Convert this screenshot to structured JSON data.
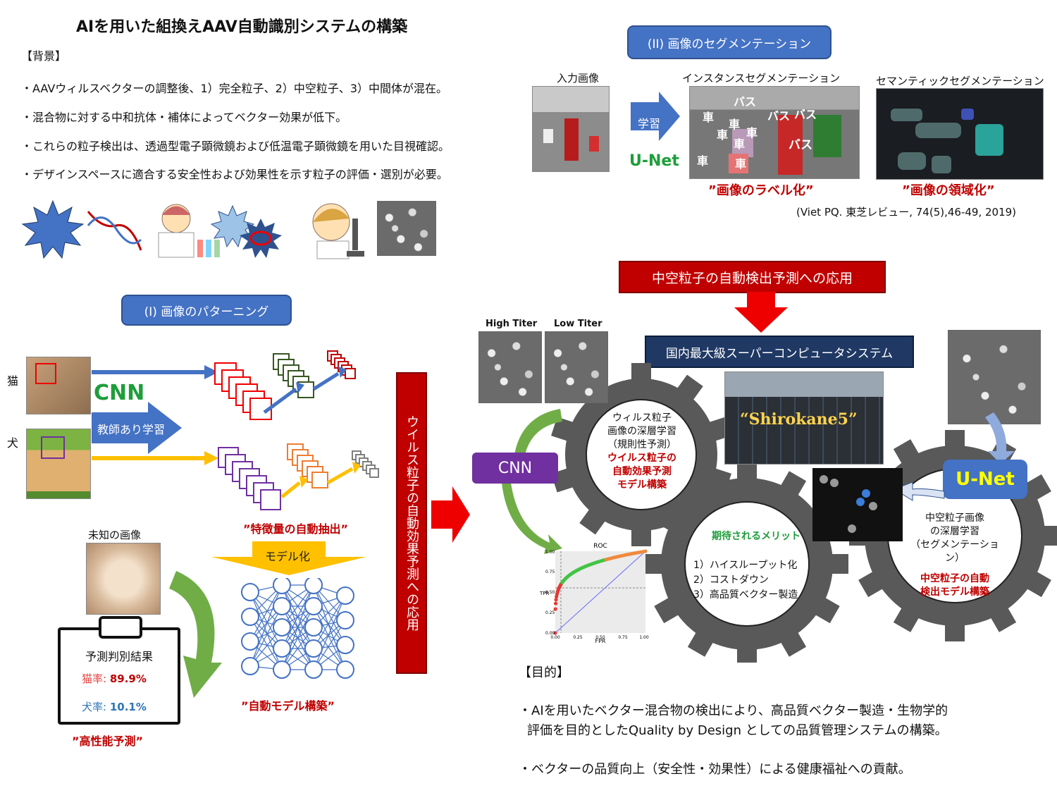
{
  "title": "AIを用いた組換えAAV自動識別システムの構築",
  "background": {
    "heading": "【背景】",
    "items": [
      "・AAVウィルスベクターの調整後、1）完全粒子、2）中空粒子、3）中間体が混在。",
      "・混合物に対する中和抗体・補体によってベクター効果が低下。",
      "・これらの粒子検出は、透過型電子顕微鏡および低温電子顕微鏡を用いた目視確認。",
      "・デザインスペースに適合する安全性および効果性を示す粒子の評価・選別が必要。"
    ]
  },
  "segmentation": {
    "heading": "(II) 画像のセグメンテーション",
    "input_label": "入力画像",
    "instance_label": "インスタンスセグメンテーション",
    "semantic_label": "セマンティックセグメンテーション",
    "learn": "学習",
    "unet": "U-Net",
    "car": "車",
    "bus": "バス",
    "caption_label": "”画像のラベル化”",
    "caption_region": "”画像の領域化”",
    "citation": "(Viet PQ. 東芝レビュー, 74(5),46-49, 2019)"
  },
  "patterning": {
    "heading": "(I) 画像のパターニング",
    "cat": "猫",
    "dog": "犬",
    "cnn": "CNN",
    "supervised": "教師あり学習",
    "feature_caption": "”特徴量の自動抽出”",
    "modeling": "モデル化",
    "unknown": "未知の画像",
    "result_title": "予測判別結果",
    "cat_rate_label": "猫率: ",
    "cat_rate": "89.9%",
    "dog_rate_label": "犬率: ",
    "dog_rate": "10.1%",
    "high_perf": "”高性能予測”",
    "auto_model": "”自動モデル構築”"
  },
  "middle_bar": "ウイルス粒子の自動効果予測への応用",
  "application": {
    "heading": "中空粒子の自動検出予測への応用",
    "super": "国内最大級スーパーコンピュータシステム",
    "shirokane": "“Shirokane5”",
    "high_titer": "High Titer",
    "low_titer": "Low Titer",
    "cnn": "CNN",
    "unet": "U-Net",
    "roc": {
      "title": "ROC",
      "xlabel": "FPR",
      "ylabel": "TPR",
      "ticks": [
        "0.00",
        "0.25",
        "0.50",
        "0.75",
        "1.00"
      ]
    },
    "gear1": {
      "l1": "ウィルス粒子",
      "l2": "画像の深層学習",
      "l3": "（規則性予測）",
      "r1": "ウイルス粒子の",
      "r2": "自動効果予測",
      "r3": "モデル構築"
    },
    "gear2": {
      "title": "期待されるメリット",
      "l1": "1）ハイスループット化",
      "l2": "2）コストダウン",
      "l3": "3）高品質ベクター製造"
    },
    "gear3": {
      "l1": "中空粒子画像",
      "l2": "の深層学習",
      "l3": "（セグメンテーション）",
      "r1": "中空粒子の自動",
      "r2": "検出モデル構築"
    }
  },
  "purpose": {
    "heading": "【目的】",
    "p1a": "・AIを用いたベクター混合物の検出により、高品質ベクター製造・生物学的",
    "p1b": "評価を目的としたQuality by Design としての品質管理システムの構築。",
    "p2": "・ベクターの品質向上（安全性・効果性）による健康福祉への貢献。"
  },
  "colors": {
    "blue": "#4472c4",
    "red": "#c00000",
    "navy": "#1f3864",
    "green": "#70ad47",
    "orange": "#ffc000",
    "purple": "#7030a0",
    "gear": "#595959"
  }
}
